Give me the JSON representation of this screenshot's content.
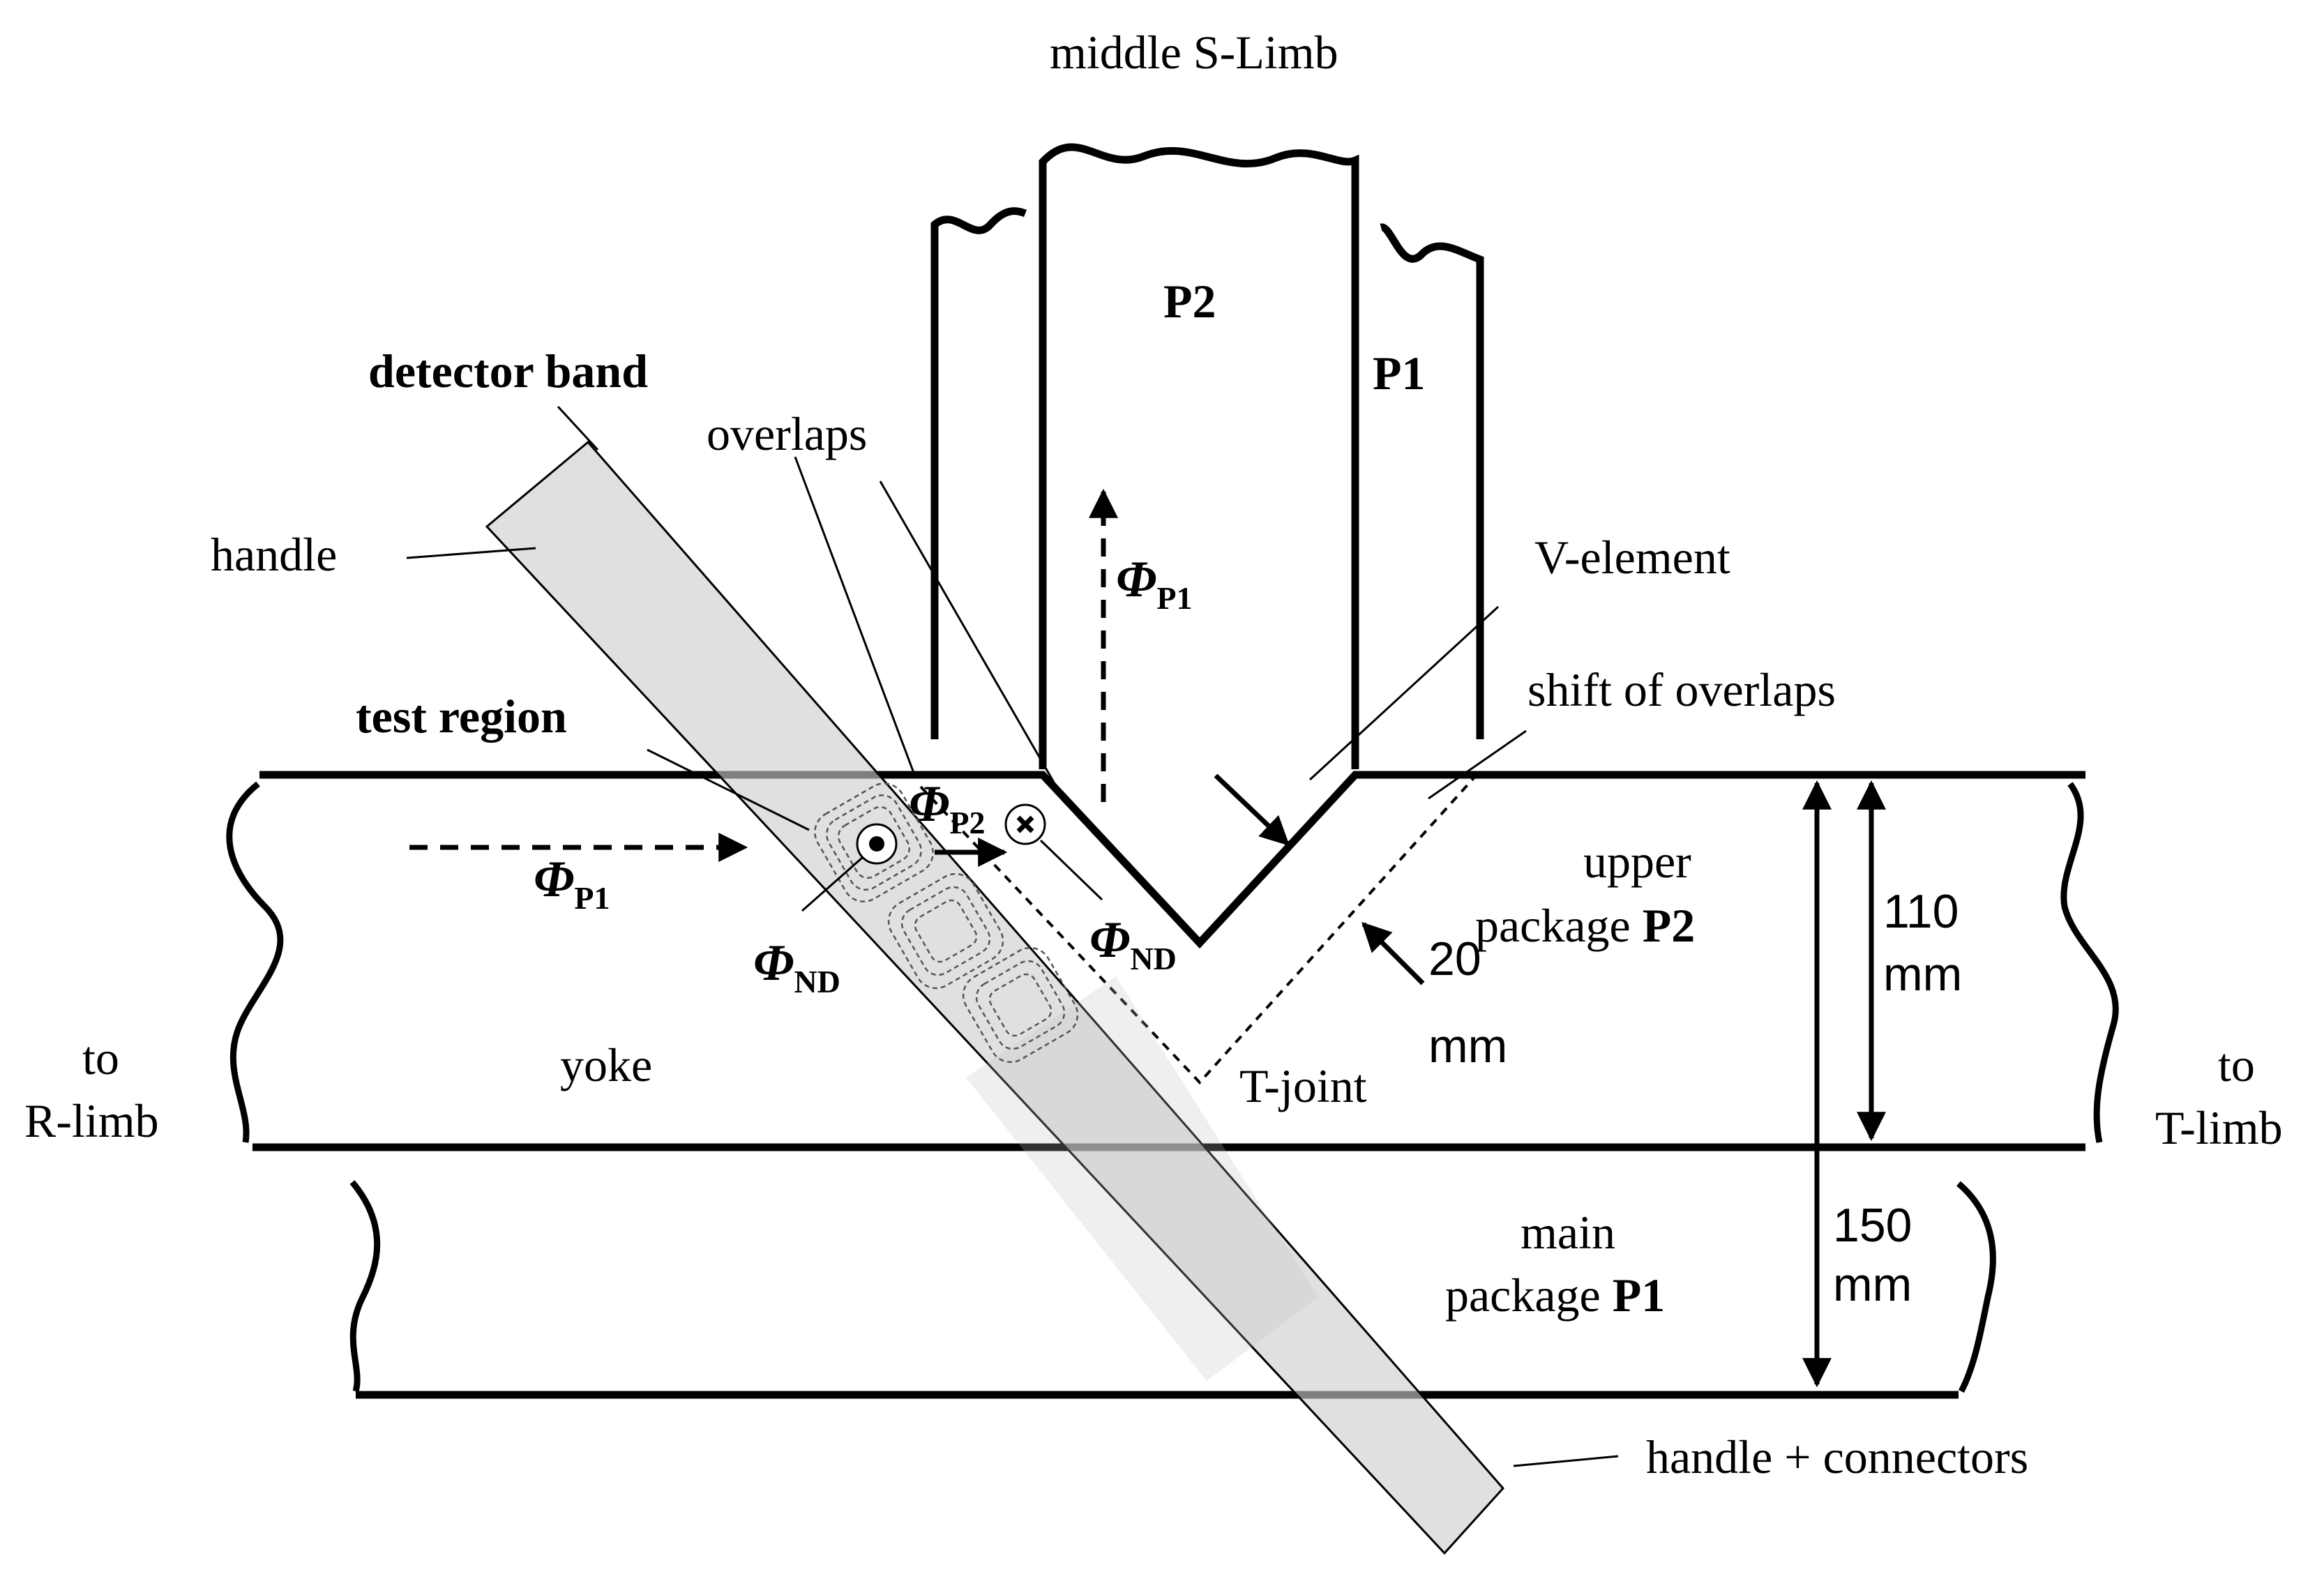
{
  "labels": {
    "middle_s_limb": "middle S-Limb",
    "p2_limb": "P2",
    "p1_limb": "P1",
    "detector_band": "detector band",
    "overlaps": "overlaps",
    "handle": "handle",
    "v_element": "V-element",
    "test_region": "test region",
    "shift_of_overlaps": "shift of overlaps",
    "upper_package_line1": "upper",
    "upper_package_line2": "package ",
    "upper_package_p2": "P2",
    "dim_110_value": "110",
    "dim_110_unit": "mm",
    "dim_20_value": "20",
    "dim_20_unit": "mm",
    "yoke": "yoke",
    "t_joint": "T-joint",
    "to_r_limb_line1": "to",
    "to_r_limb_line2": "R-limb",
    "to_t_limb_line1": "to",
    "to_t_limb_line2": "T-limb",
    "main_package_line1": "main",
    "main_package_line2": "package ",
    "main_package_p1": "P1",
    "dim_150_value": "150",
    "dim_150_unit": "mm",
    "handle_connectors": "handle + connectors"
  },
  "flux": {
    "symbol": "Φ",
    "p1_sub": "P1",
    "p2_sub": "P2",
    "nd_sub": "ND"
  }
}
